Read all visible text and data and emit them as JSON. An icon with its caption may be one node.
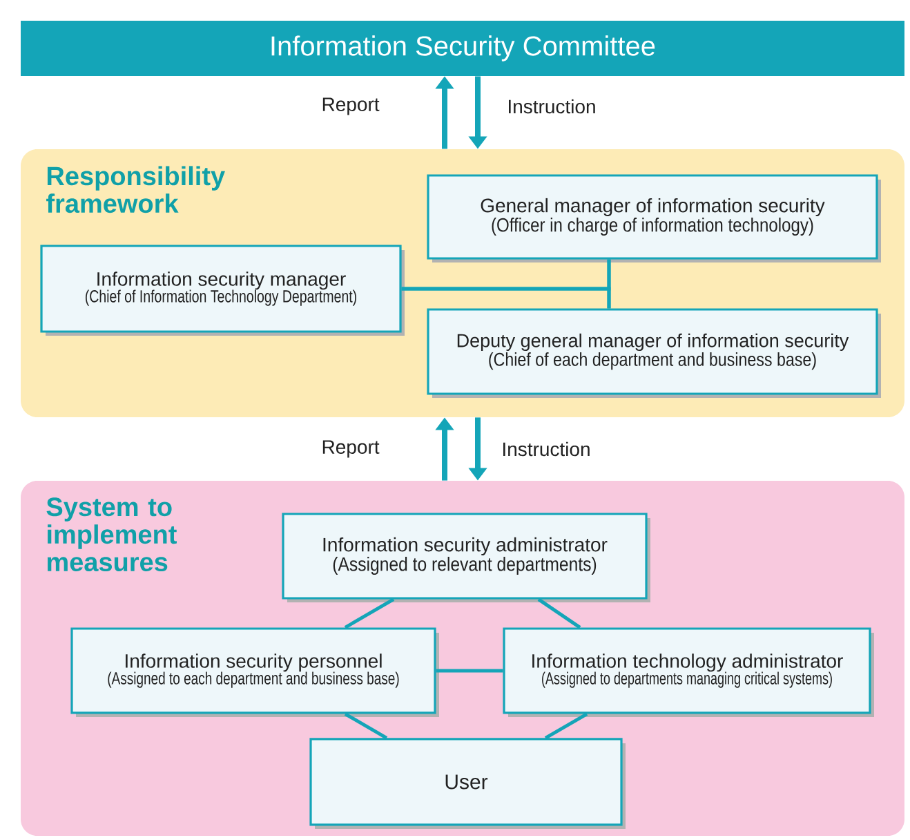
{
  "diagram": {
    "nodes": [
      {
        "text": [
          "Information Security Committee"
        ]
      },
      {
        "text": [
          "Responsibility framework"
        ]
      },
      {
        "text": [
          "General manager of information security",
          "(Officer in charge of information technology)"
        ],
        "in": 1
      },
      {
        "text": [
          "Information security manager",
          "(Chief of Information Technology Department)"
        ],
        "in": 1
      },
      {
        "text": [
          "Deputy general manager of information security",
          "(Chief of each department and business base)"
        ],
        "in": 1
      },
      {
        "text": [
          "System to implement measures"
        ]
      },
      {
        "text": [
          "Information security administrator",
          "(Assigned to relevant departments)"
        ],
        "in": 5
      },
      {
        "text": [
          "Information security personnel",
          "(Assigned to each department and business base)"
        ],
        "in": 5
      },
      {
        "text": [
          "Information technology administrator",
          "(Assigned to departments managing critical systems)"
        ],
        "in": 5
      },
      {
        "text": [
          "User"
        ],
        "in": 5
      }
    ],
    "edges": [
      {
        "from": 1,
        "to": 0,
        "arrow": "to",
        "label": "Report"
      },
      {
        "from": 0,
        "to": 1,
        "arrow": "to",
        "label": "Instruction"
      },
      {
        "from": 5,
        "to": 1,
        "arrow": "to",
        "label": "Report"
      },
      {
        "from": 1,
        "to": 5,
        "arrow": "to",
        "label": "Instruction"
      },
      {
        "from": 2,
        "to": 4,
        "arrow": "none"
      },
      {
        "from": 3,
        "to": 2,
        "arrow": "none"
      },
      {
        "from": 3,
        "to": 4,
        "arrow": "none"
      },
      {
        "from": 6,
        "to": 7,
        "arrow": "none"
      },
      {
        "from": 6,
        "to": 8,
        "arrow": "none"
      },
      {
        "from": 7,
        "to": 8,
        "arrow": "none"
      },
      {
        "from": 7,
        "to": 9,
        "arrow": "none"
      },
      {
        "from": 8,
        "to": 9,
        "arrow": "none"
      }
    ]
  }
}
